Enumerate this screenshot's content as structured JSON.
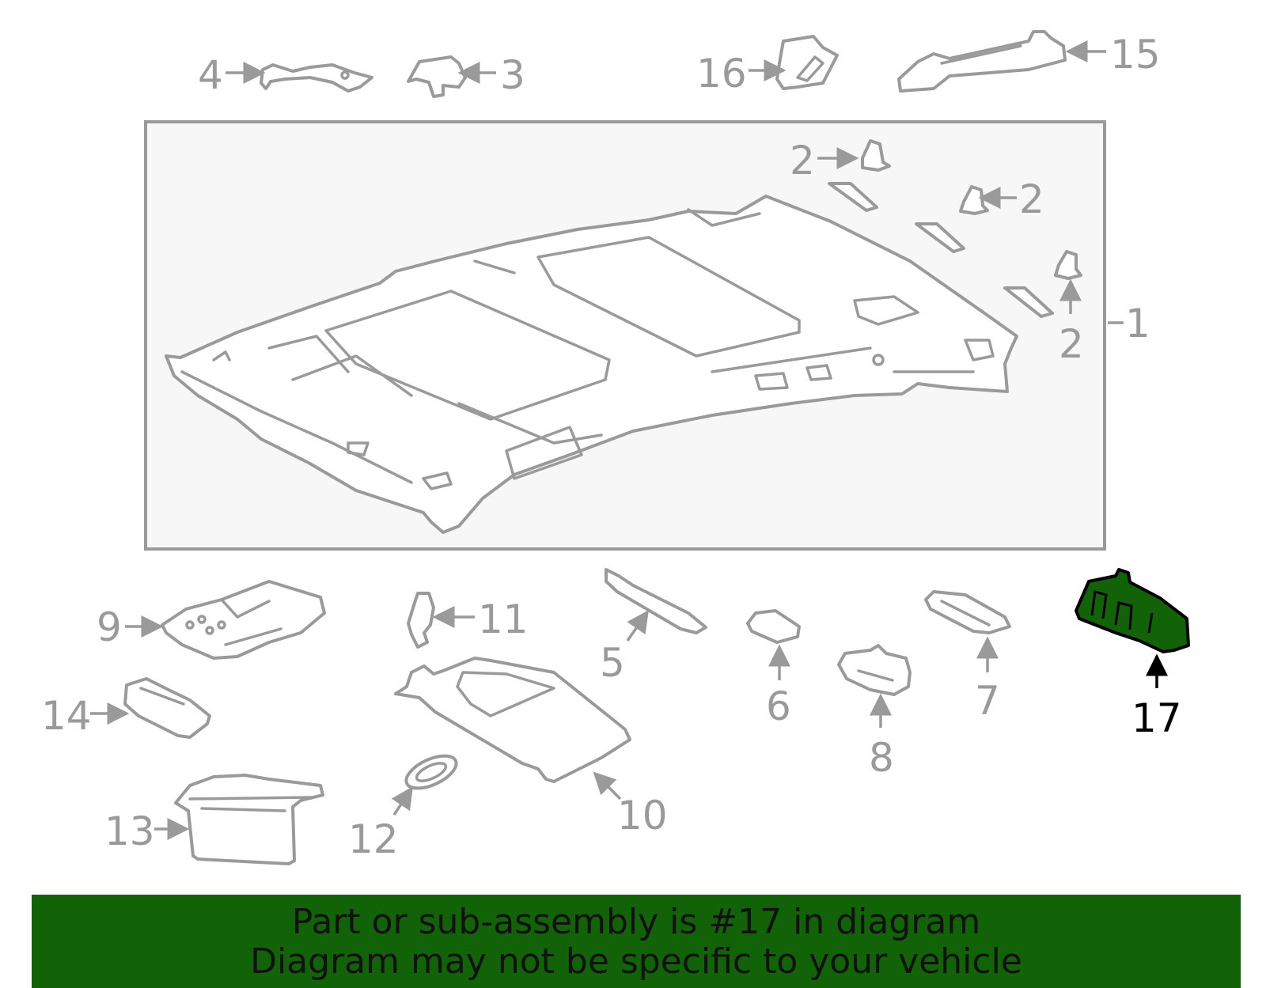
{
  "diagram": {
    "highlighted_part": "17",
    "highlight_color": "#126207",
    "line_color": "#9a9a9a",
    "callouts": {
      "c1": "1",
      "c2a": "2",
      "c2b": "2",
      "c2c": "2",
      "c3": "3",
      "c4": "4",
      "c5": "5",
      "c6": "6",
      "c7": "7",
      "c8": "8",
      "c9": "9",
      "c10": "10",
      "c11": "11",
      "c12": "12",
      "c13": "13",
      "c14": "14",
      "c15": "15",
      "c16": "16",
      "c17": "17"
    }
  },
  "banner": {
    "line1": "Part or sub-assembly is #17 in diagram",
    "line2": "Diagram may not be specific to your vehicle",
    "background": "#126207"
  }
}
